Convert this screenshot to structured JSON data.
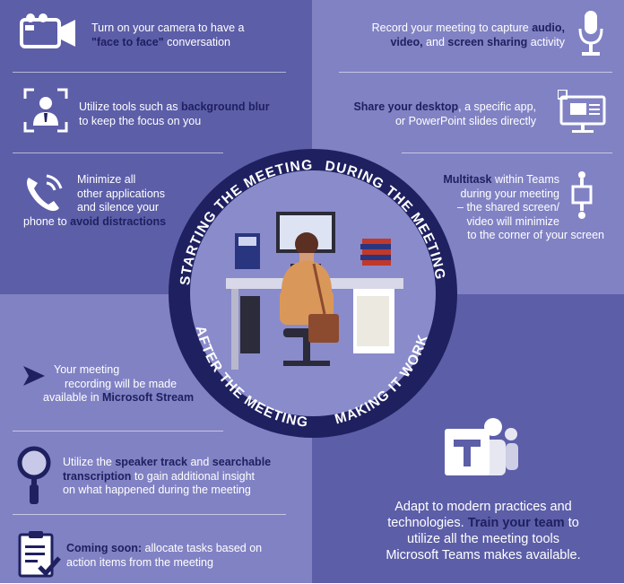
{
  "colors": {
    "dark_navy": "#1f2060",
    "purple_dark": "#5c5ea8",
    "purple_light": "#8182c4",
    "white": "#ffffff"
  },
  "ring": {
    "top_left": "STARTING THE MEETING",
    "top_right": "DURING THE MEETING",
    "bottom_left": "AFTER THE MEETING",
    "bottom_right": "MAKING IT WORK"
  },
  "starting": {
    "camera": {
      "icon": "video-camera-icon",
      "line1": "Turn on your camera to have a",
      "line2_bold": "\"face to face\"",
      "line2_rest": " conversation"
    },
    "blur": {
      "icon": "person-focus-icon",
      "line1_pre": "Utilize tools such as ",
      "line1_bold": "background blur",
      "line2": "to keep the focus on you"
    },
    "distractions": {
      "icon": "phone-silent-icon",
      "line1": "Minimize all",
      "line2": "other applications",
      "line3": "and silence your",
      "line4_pre": "phone to ",
      "line4_bold": "avoid distractions"
    }
  },
  "during": {
    "record": {
      "icon": "microphone-icon",
      "line1_pre": "Record your meeting to capture ",
      "line1_bold": "audio,",
      "line2_bold1": "video,",
      "line2_mid": " and ",
      "line2_bold2": "screen sharing",
      "line2_rest": " activity"
    },
    "share": {
      "icon": "screen-share-icon",
      "line1_bold": "Share your desktop",
      "line1_rest": ", a specific app,",
      "line2": "or PowerPoint slides directly"
    },
    "multitask": {
      "icon": "multitask-icon",
      "line1_bold": "Multitask",
      "line1_rest": " within Teams",
      "line2": "during your meeting",
      "line3": "– the shared screen/",
      "line4": "video will minimize",
      "line5": "to the corner of your screen"
    }
  },
  "after": {
    "recording": {
      "icon": "play-arrow-icon",
      "line1": "Your meeting",
      "line2": "recording will be made",
      "line3_pre": "available in ",
      "line3_bold": "Microsoft Stream"
    },
    "transcription": {
      "icon": "magnifier-icon",
      "line1_pre": "Utilize the ",
      "line1_bold": "speaker track",
      "line1_mid": " and ",
      "line1_bold2": "searchable",
      "line2_bold": "transcription",
      "line2_rest": " to gain additional insight",
      "line3": "on what happened during the meeting"
    },
    "tasks": {
      "icon": "clipboard-check-icon",
      "line1_bold": "Coming soon:",
      "line1_rest": " allocate tasks based on",
      "line2": "action items from the meeting"
    }
  },
  "making": {
    "logo": "teams-logo-icon",
    "line1": "Adapt to modern practices and",
    "line2_pre": "technologies. ",
    "line2_bold": "Train your team",
    "line2_rest": " to",
    "line3": "utilize all the meeting tools",
    "line4": "Microsoft Teams makes available."
  }
}
